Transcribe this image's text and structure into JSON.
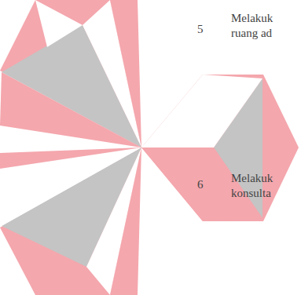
{
  "diagram": {
    "labels": [
      "5",
      "Melakuk ruang ad",
      "6",
      "Melakuk konsulta"
    ]
  }
}
